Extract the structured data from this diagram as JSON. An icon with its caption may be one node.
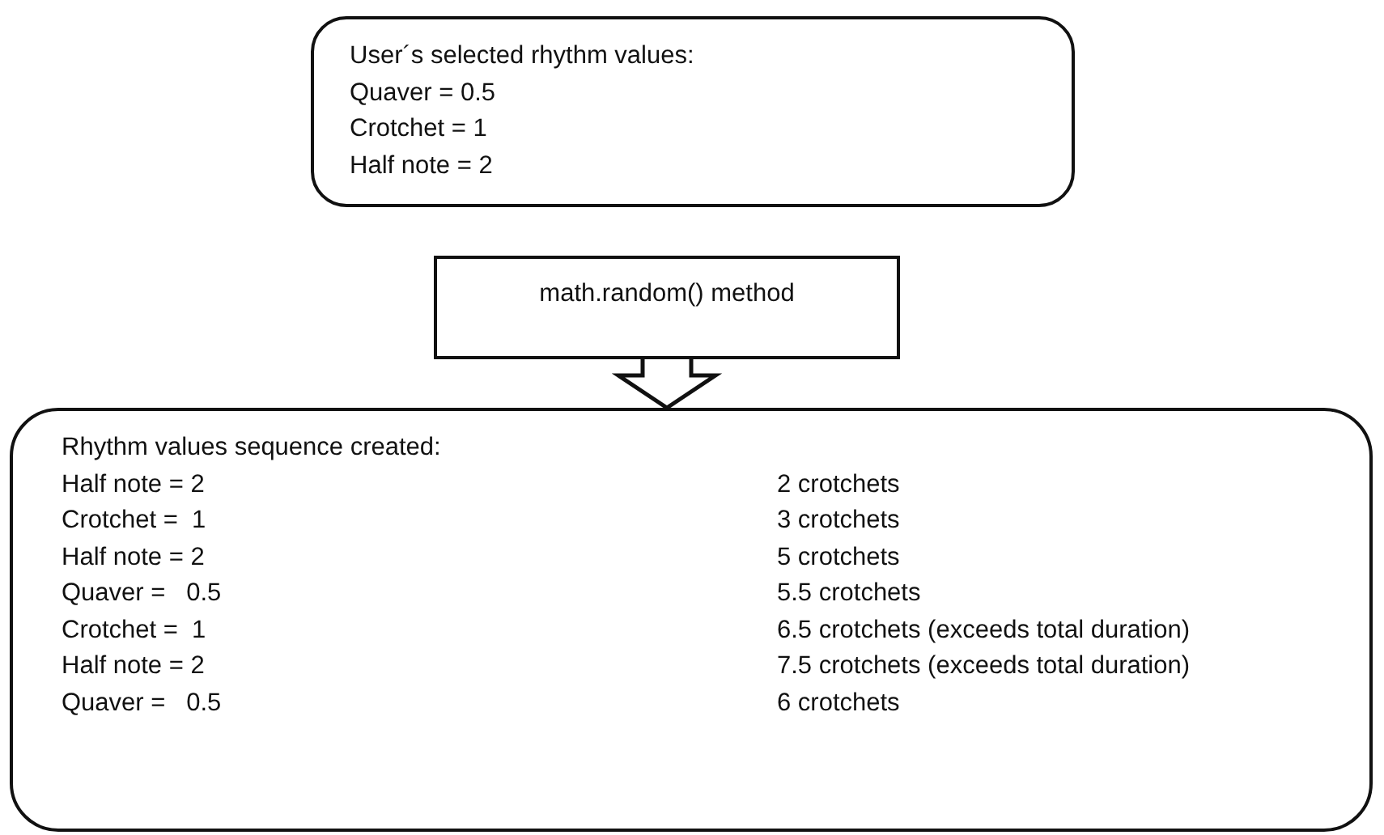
{
  "diagram": {
    "nodes": [
      {
        "text": [
          "User´s selected rhythm values:",
          "Quaver = 0.5",
          "Crotchet = 1",
          "Half note = 2"
        ]
      },
      {
        "text": [
          "math.random() method"
        ]
      },
      {
        "text": [
          "Rhythm values sequence created:",
          "Half note = 2",
          "2 crotchets",
          "Crotchet =  1",
          "3 crotchets",
          "Half note = 2",
          "5 crotchets",
          "Quaver =   0.5",
          "5.5 crotchets",
          "Crotchet =  1",
          "6.5 crotchets (exceeds total duration)",
          "Half note = 2",
          "7.5 crotchets (exceeds total duration)",
          "Quaver =   0.5",
          "6 crotchets"
        ]
      }
    ],
    "edges": [
      {
        "from": 1,
        "to": 2,
        "arrow": "to"
      }
    ]
  }
}
